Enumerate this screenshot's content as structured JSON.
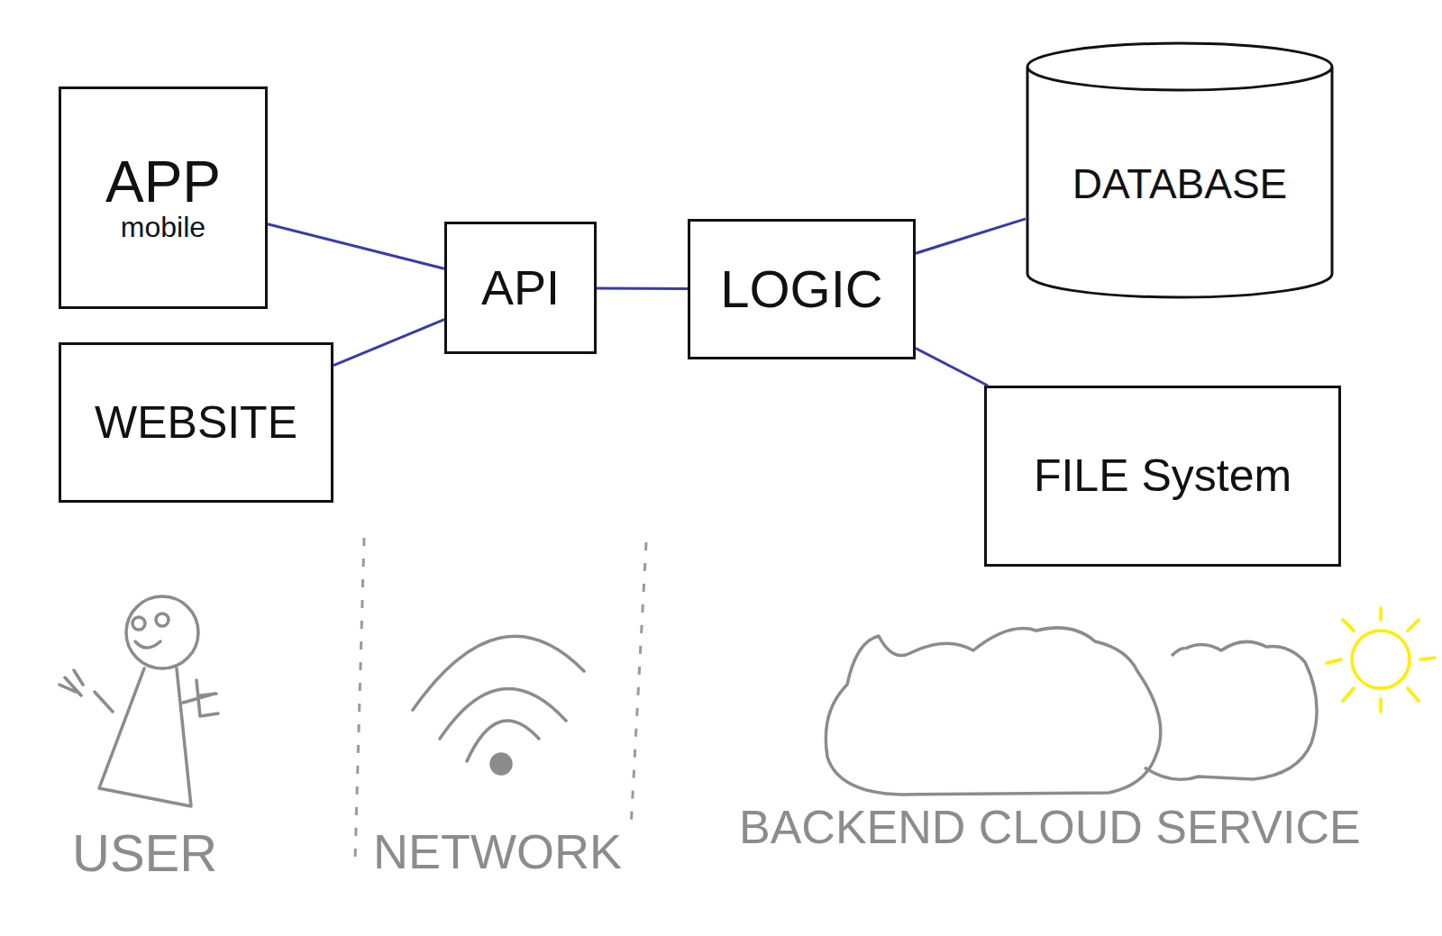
{
  "diagram": {
    "nodes": [
      {
        "text": [
          "APP",
          "mobile"
        ]
      },
      {
        "text": [
          "WEBSITE"
        ]
      },
      {
        "text": [
          "API"
        ]
      },
      {
        "text": [
          "LOGIC"
        ]
      },
      {
        "text": [
          "DATABASE"
        ]
      },
      {
        "text": [
          "FILE System"
        ]
      }
    ],
    "edges": [
      {
        "from": 0,
        "to": 2,
        "arrow": "none"
      },
      {
        "from": 1,
        "to": 2,
        "arrow": "none"
      },
      {
        "from": 2,
        "to": 3,
        "arrow": "none"
      },
      {
        "from": 3,
        "to": 4,
        "arrow": "none"
      },
      {
        "from": 3,
        "to": 5,
        "arrow": "none"
      }
    ],
    "labels": [
      "USER",
      "NETWORK",
      "BACKEND CLOUD SERVICE"
    ]
  }
}
